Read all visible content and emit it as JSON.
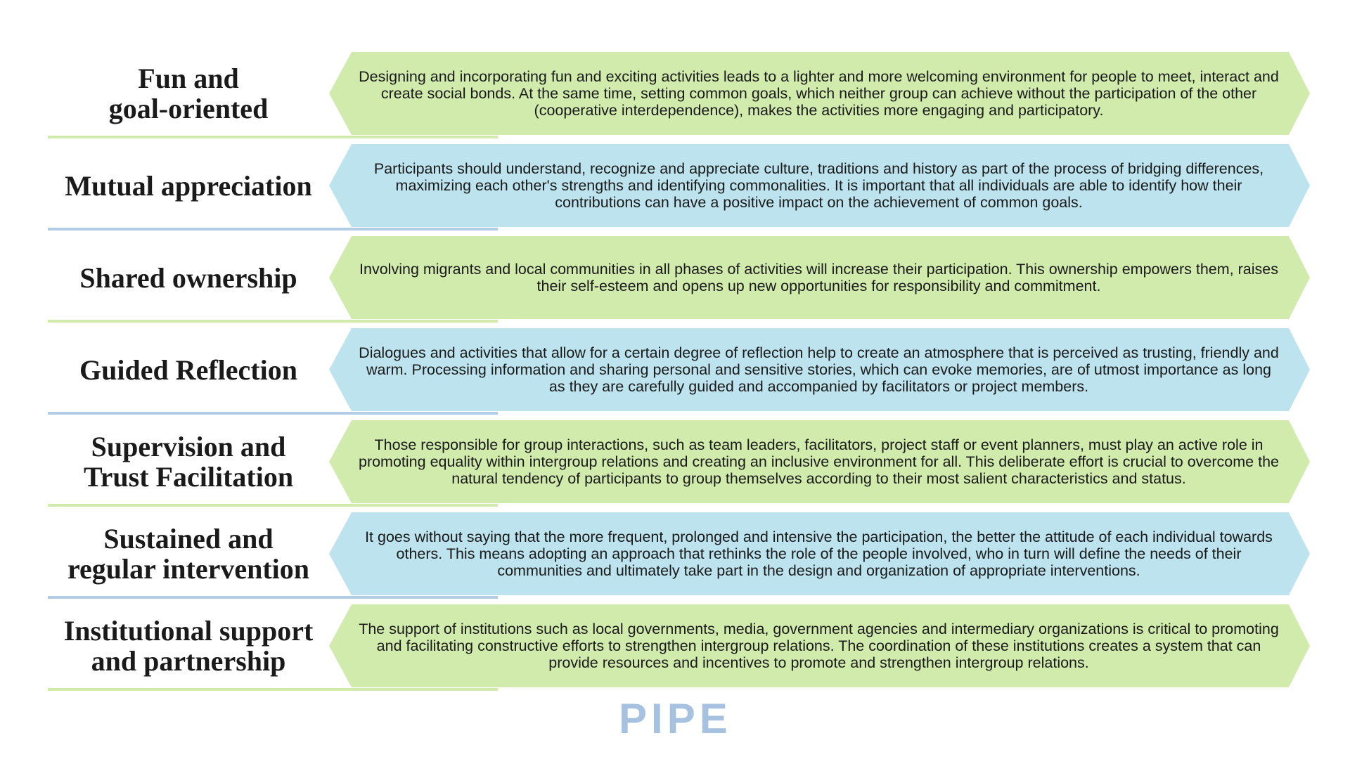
{
  "colors": {
    "green": "#d1ebad",
    "blue": "#bce3ee",
    "blue_underline": "#b4cde6",
    "logo": "#a6c2e0"
  },
  "rows": [
    {
      "label": "Fun and\ngoal-oriented",
      "color": "green",
      "description": "Designing and incorporating fun and exciting activities leads to a lighter and more welcoming environment for people to meet, interact and create social bonds. At the same time, setting common goals, which neither group can achieve without the participation of the other (cooperative interdependence), makes the activities more engaging and participatory."
    },
    {
      "label": "Mutual appreciation",
      "color": "blue",
      "description": "Participants should understand, recognize and appreciate culture, traditions and history as part of the process of bridging differences, maximizing each other's strengths and identifying commonalities. It is important that all individuals are able to identify how their contributions can have a positive impact on the achievement of common goals."
    },
    {
      "label": "Shared ownership",
      "color": "green",
      "description": "Involving migrants and local communities in all phases of activities will increase their participation. This ownership empowers them, raises their self-esteem and opens up new opportunities for responsibility and commitment."
    },
    {
      "label": "Guided Reflection",
      "color": "blue",
      "description": "Dialogues and activities that allow for a certain degree of reflection help to create an atmosphere that is perceived as trusting, friendly and warm. Processing information and sharing personal and sensitive stories, which can evoke memories, are of utmost importance as long as they are carefully guided and accompanied by facilitators or project members."
    },
    {
      "label": "Supervision and\nTrust Facilitation",
      "color": "green",
      "description": "Those responsible for group interactions, such as team leaders, facilitators, project staff or event planners, must play an active role in promoting equality within intergroup relations and creating an inclusive environment for all. This deliberate effort is crucial to overcome the natural tendency of participants to group themselves according to their most salient characteristics and status."
    },
    {
      "label": "Sustained and\nregular intervention",
      "color": "blue",
      "description": "It goes without saying that the more frequent, prolonged and intensive the participation, the better the attitude of each individual towards others. This means adopting an approach that rethinks the role of the people involved, who in turn will define the needs of their communities and ultimately take part in the design and organization of appropriate interventions."
    },
    {
      "label": "Institutional support\nand partnership",
      "color": "green",
      "description": "The support of institutions such as local governments, media, government agencies and intermediary organizations is critical to promoting and facilitating constructive efforts to strengthen intergroup relations. The coordination of these institutions creates a system that can provide resources and incentives to promote and strengthen intergroup relations."
    }
  ],
  "logo": {
    "text": "PIPE",
    "letters": [
      "P",
      "I",
      "P",
      "E"
    ]
  }
}
